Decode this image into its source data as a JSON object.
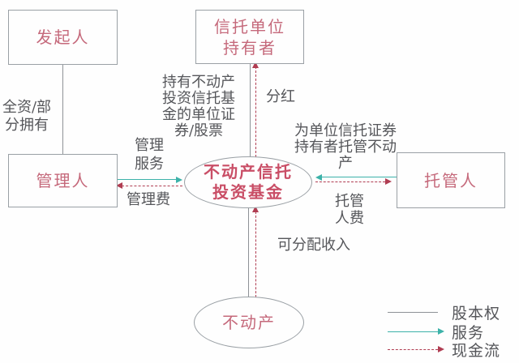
{
  "diagram": {
    "title_implied": "REIT structure diagram",
    "nodes": {
      "sponsor": {
        "label": "发起人"
      },
      "unit_holders": {
        "label": "信托单位\n持有者"
      },
      "manager": {
        "label": "管理人"
      },
      "custodian": {
        "label": "托管人"
      },
      "reit_fund": {
        "label": "不动产信托\n投资基金"
      },
      "property": {
        "label": "不动产"
      }
    },
    "edge_labels": {
      "ownership": "全资/部\n分拥有",
      "hold_units": "持有不动产\n投资信托基\n金的单位证\n券/股票",
      "dividend": "分红",
      "management_service": "管理\n服务",
      "management_fee": "管理费",
      "custody_service": "为单位信托证券\n持有者托管不动\n产",
      "custody_fee": "托管\n人费",
      "distributable_income": "可分配收入"
    },
    "legend": {
      "equity": "股本权",
      "service": "服务",
      "cash_flow": "现金流"
    },
    "colors": {
      "node_text_pink": "#c5697b",
      "fund_text_red": "#c94e66",
      "label_gray": "#55565a",
      "line_gray": "#8e9297",
      "service_teal": "#3cb2a9",
      "cash_flow_red": "#b03d52",
      "border_gray": "#9aa0a5",
      "background": "#fefefe"
    }
  }
}
